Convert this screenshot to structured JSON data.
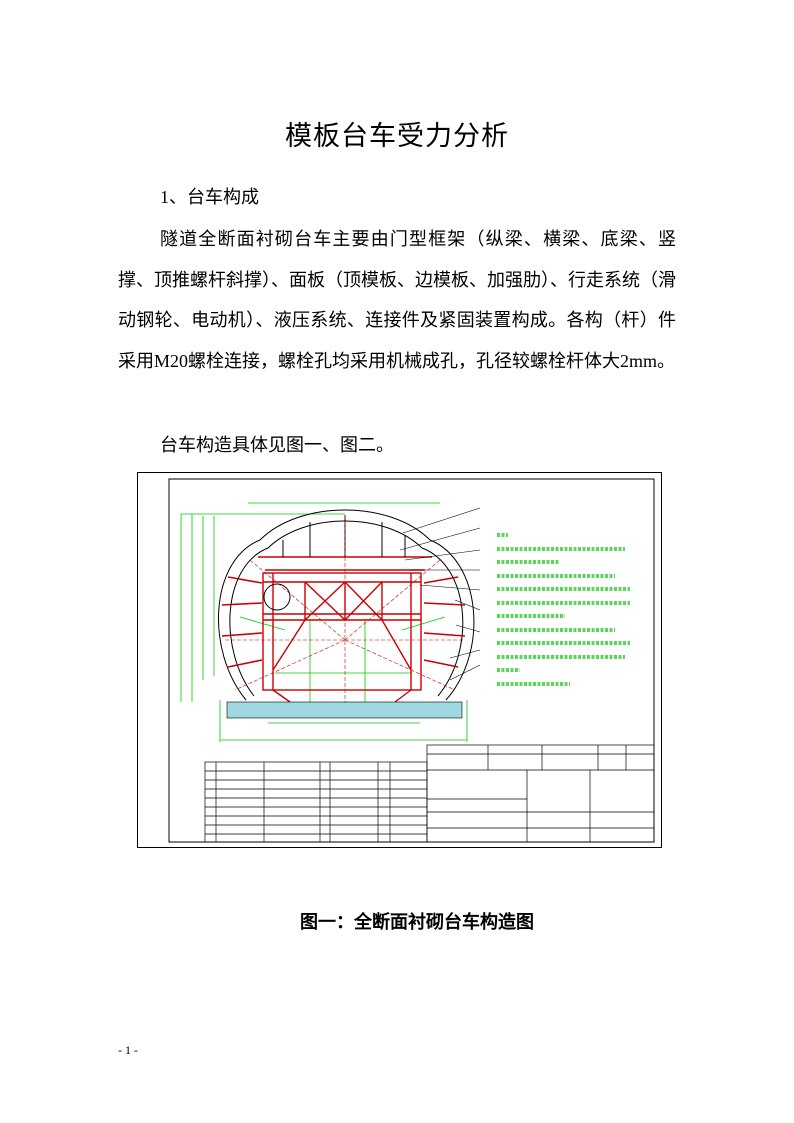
{
  "document": {
    "title": "模板台车受力分析",
    "section_heading": "1、台车构成",
    "paragraph": "隧道全断面衬砌台车主要由门型框架（纵梁、横梁、底梁、竖撑、顶推螺杆斜撑）、面板（顶模板、边模板、加强肋）、行走系统（滑动钢轮、电动机）、液压系统、连接件及紧固装置构成。各构（杆）件采用M20螺栓连接，螺栓孔均采用机械成孔，孔径较螺栓杆体大2mm。",
    "figure_reference": "台车构造具体见图一、图二。",
    "figure_caption": "图一：全断面衬砌台车构造图",
    "page_number": "- 1 -"
  },
  "colors": {
    "structure": "#cc0000",
    "dimension": "#00cc00",
    "outline": "#000000",
    "ground": "#9fd8e0"
  }
}
